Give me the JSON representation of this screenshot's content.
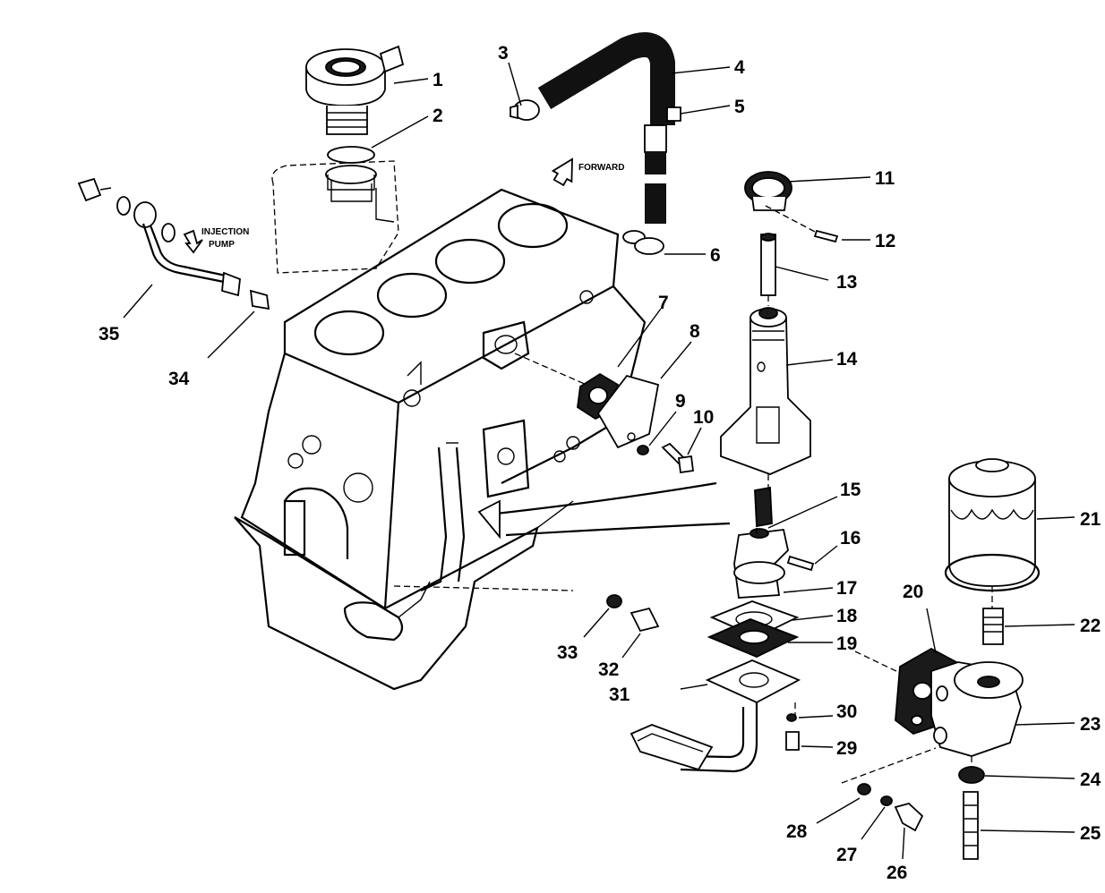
{
  "notes": {
    "forward": "FORWARD",
    "injection_line1": "INJECTION",
    "injection_line2": "PUMP"
  },
  "callouts": [
    "1",
    "2",
    "3",
    "4",
    "5",
    "6",
    "7",
    "8",
    "9",
    "10",
    "11",
    "12",
    "13",
    "14",
    "15",
    "16",
    "17",
    "18",
    "19",
    "20",
    "21",
    "22",
    "23",
    "24",
    "25",
    "26",
    "27",
    "28",
    "29",
    "30",
    "31",
    "32",
    "33",
    "34",
    "35"
  ]
}
